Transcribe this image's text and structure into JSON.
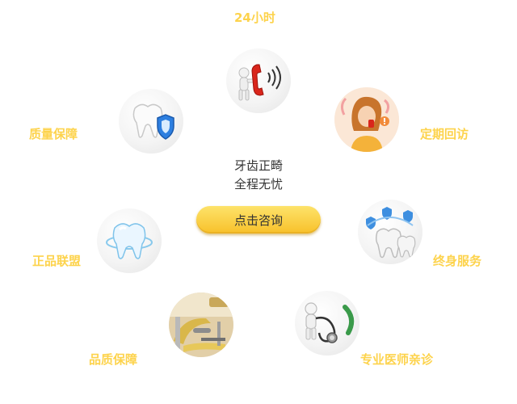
{
  "top": {
    "label": "24小时"
  },
  "features": {
    "quality_guarantee": "质量保障",
    "regular_followup": "定期回访",
    "genuine_alliance": "正品联盟",
    "lifetime_service": "终身服务",
    "product_quality": "品质保障",
    "specialist_doctor": "专业医师亲诊"
  },
  "center": {
    "line1": "牙齿正畸",
    "line2": "全程无忧",
    "button_label": "点击咨询"
  },
  "colors": {
    "label": "#fdd34c",
    "button": "#f8c12a",
    "text": "#333333"
  },
  "icons": {
    "phone": "phone-icon",
    "shield_tooth": "shield-tooth-icon",
    "operator": "customer-service-icon",
    "tooth": "tooth-icon",
    "protection": "tooth-protection-icon",
    "dental_chair": "dental-chair-icon",
    "stethoscope": "stethoscope-icon"
  }
}
